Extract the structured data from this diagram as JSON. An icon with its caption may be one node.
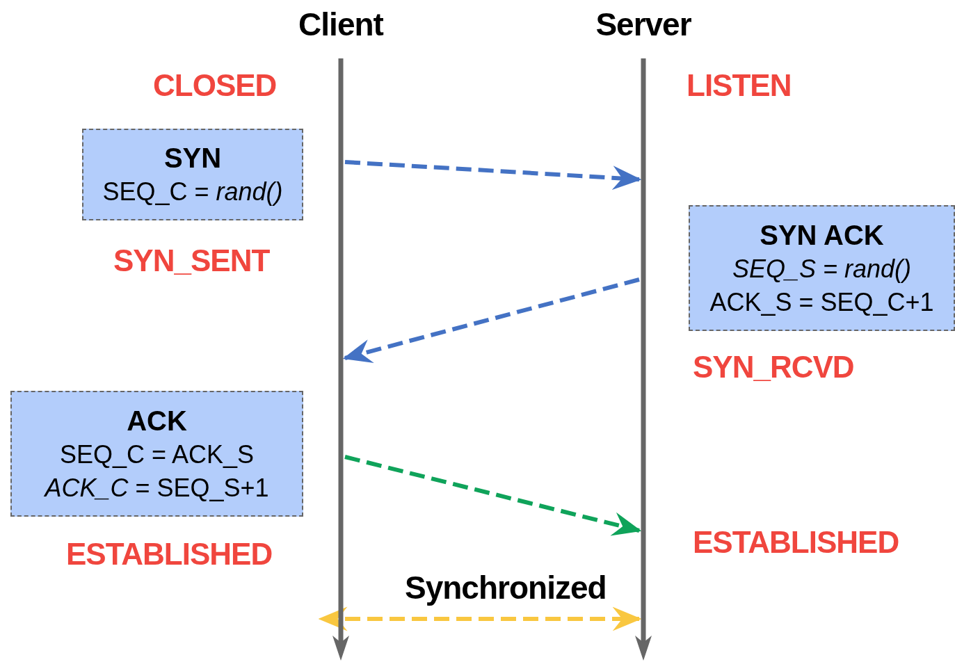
{
  "diagram": {
    "nodes": [
      {
        "text": [
          "Client"
        ]
      },
      {
        "text": [
          "Server"
        ]
      },
      {
        "text": [
          "SYN",
          "SEQ_C = *rand()*"
        ]
      },
      {
        "text": [
          "SYN ACK",
          "*SEQ_S = rand()*",
          "ACK_S = SEQ_C+1"
        ]
      },
      {
        "text": [
          "ACK",
          "SEQ_C = ACK_S",
          "*ACK_C* = SEQ_S+1"
        ]
      }
    ],
    "edges": [
      {
        "from": 0,
        "to": 1,
        "arrow": "to",
        "style": "dashed",
        "color": "#4472c4"
      },
      {
        "from": 1,
        "to": 0,
        "arrow": "to",
        "style": "dashed",
        "color": "#4472c4"
      },
      {
        "from": 0,
        "to": 1,
        "arrow": "to",
        "style": "dashed",
        "color": "#0fa35a"
      },
      {
        "from": 0,
        "to": 1,
        "arrow": "both",
        "style": "dashed",
        "color": "#f9c740",
        "label": "Synchronized"
      }
    ],
    "labels": [
      "CLOSED",
      "LISTEN",
      "SYN_SENT",
      "SYN_RCVD",
      "ESTABLISHED",
      "ESTABLISHED"
    ]
  }
}
